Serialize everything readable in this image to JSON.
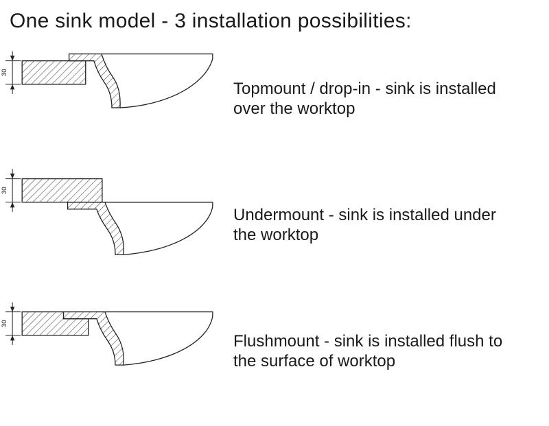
{
  "title": "One sink model - 3 installation possibilities:",
  "rows": [
    {
      "id": "topmount",
      "caption": "Topmount / drop-in - sink is installed over the worktop",
      "dimension": "30"
    },
    {
      "id": "undermount",
      "caption": "Undermount - sink is installed under the worktop",
      "dimension": "30"
    },
    {
      "id": "flushmount",
      "caption": "Flushmount - sink is installed flush to the surface of worktop",
      "dimension": "30"
    }
  ]
}
